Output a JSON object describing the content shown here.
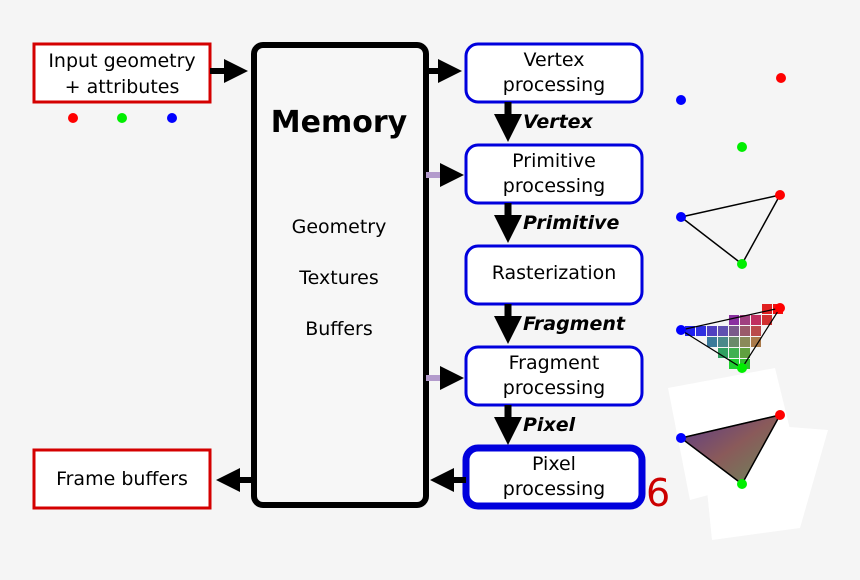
{
  "input_box": {
    "line1": "Input geometry",
    "line2": "+ attributes"
  },
  "frame_buffers": {
    "label": "Frame buffers"
  },
  "memory": {
    "title": "Memory",
    "items": [
      "Geometry",
      "Textures",
      "Buffers"
    ]
  },
  "stages": [
    {
      "line1": "Vertex",
      "line2": "processing"
    },
    {
      "line1": "Primitive",
      "line2": "processing"
    },
    {
      "line1": "Rasterization",
      "line2": ""
    },
    {
      "line1": "Fragment",
      "line2": "processing"
    },
    {
      "line1": "Pixel",
      "line2": "processing"
    }
  ],
  "flow_labels": [
    "Vertex",
    "Primitive",
    "Fragment",
    "Pixel"
  ],
  "stray_number": "6",
  "colors": {
    "background": "#f5f5f5",
    "input_border": "#d40000",
    "stage_border": "#0000dd",
    "memory_border": "#000000",
    "memory_link_arrow": "#b39bcc",
    "vertex_red": "#ff0000",
    "vertex_green": "#00ee00",
    "vertex_blue": "#0000ff",
    "number_color": "#cc0000"
  }
}
